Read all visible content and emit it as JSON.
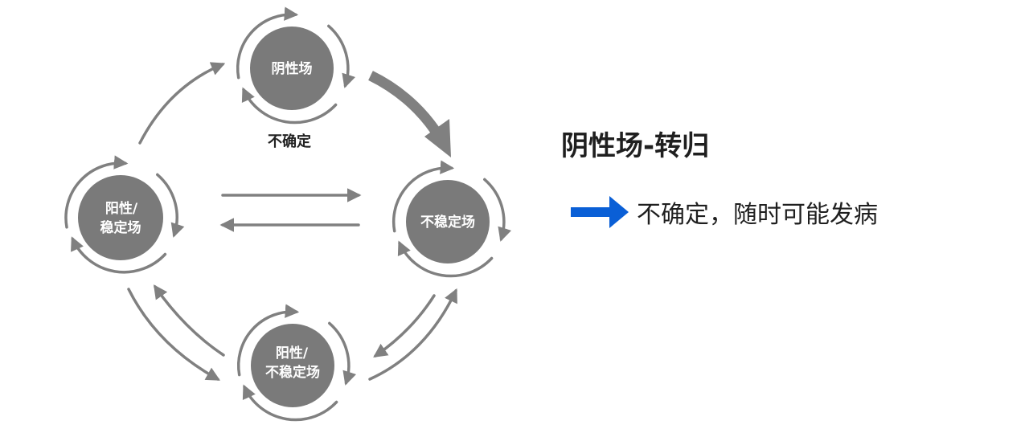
{
  "diagram": {
    "nodes": {
      "top": {
        "lines": [
          "阴性场"
        ]
      },
      "left": {
        "lines": [
          "阳性/",
          "稳定场"
        ]
      },
      "right": {
        "lines": [
          "不稳定场"
        ]
      },
      "bottom": {
        "lines": [
          "阳性/",
          "不稳定场"
        ]
      }
    },
    "top_caption": "不确定"
  },
  "panel": {
    "title": "阴性场-转归",
    "legend_text": "不确定，随时可能发病"
  },
  "colors": {
    "node_fill": "#7a7a7a",
    "arrow_gray": "#808080",
    "legend_arrow": "#0a5fd6",
    "text_dark": "#1f1f1f"
  }
}
